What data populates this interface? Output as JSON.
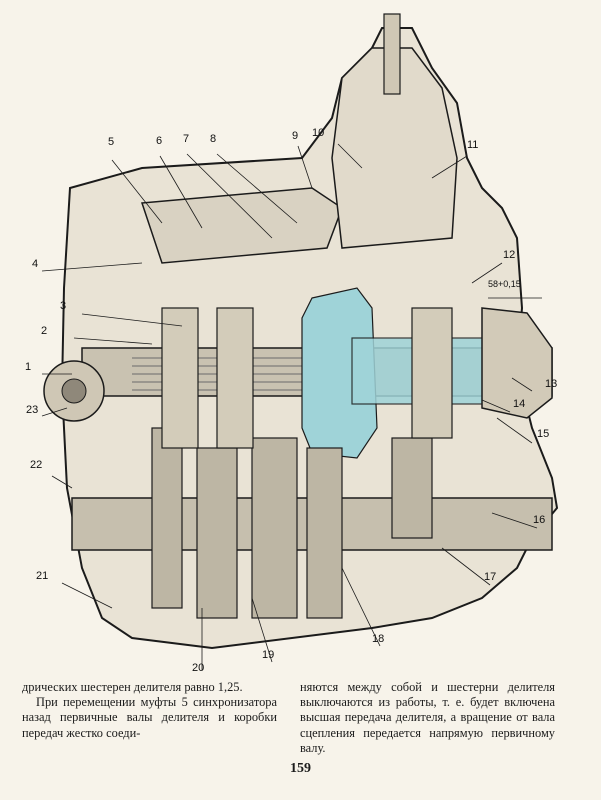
{
  "figure": {
    "callouts": {
      "c1": "1",
      "c2": "2",
      "c3": "3",
      "c4": "4",
      "c5": "5",
      "c6": "6",
      "c7": "7",
      "c8": "8",
      "c9": "9",
      "c10": "10",
      "c11": "11",
      "c12": "12",
      "c13": "13",
      "c14": "14",
      "c15": "15",
      "c16": "16",
      "c17": "17",
      "c18": "18",
      "c19": "19",
      "c20": "20",
      "c21": "21",
      "c22": "22",
      "c23": "23"
    },
    "dimension": "58+0,15",
    "colors": {
      "ink": "#1b1b1b",
      "highlight": "#9fd3d8",
      "paper": "#f7f3ea",
      "shade": "#6b6b6b"
    }
  },
  "text": {
    "left": [
      "дрических шестерен делителя равно 1,25.",
      "При перемещении муфты 5 синхронизатора назад первичные валы делителя и коробки передач жестко соеди-"
    ],
    "right": [
      "няются между собой и шестерни делителя выключаются из работы, т. е. будет включена высшая передача делителя, а вращение от вала сцепления передается напрямую первичному валу."
    ]
  },
  "page_number": "159"
}
